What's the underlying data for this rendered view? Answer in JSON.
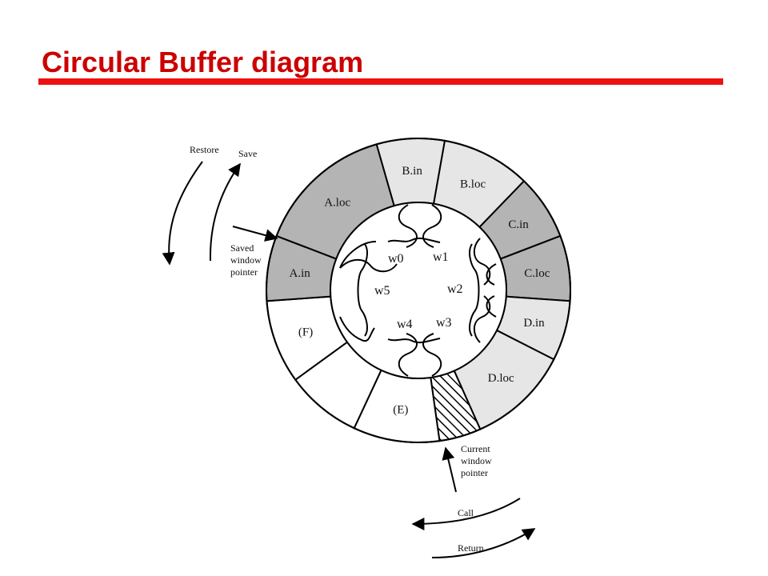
{
  "title": "Circular Buffer diagram",
  "colors": {
    "title_text": "#cc0000",
    "title_rule": "#ee1111",
    "segment_dark": "#b4b4b4",
    "segment_light": "#e6e6e6",
    "segment_white": "#ffffff",
    "outline": "#000000"
  },
  "segments": [
    {
      "id": "b-in",
      "label": "B.in",
      "shade": "light"
    },
    {
      "id": "b-loc",
      "label": "B.loc",
      "shade": "light"
    },
    {
      "id": "c-in",
      "label": "C.in",
      "shade": "dark"
    },
    {
      "id": "c-loc",
      "label": "C.loc",
      "shade": "dark"
    },
    {
      "id": "d-in",
      "label": "D.in",
      "shade": "light"
    },
    {
      "id": "d-loc",
      "label": "D.loc",
      "shade": "light"
    },
    {
      "id": "hatched",
      "label": "",
      "shade": "hatched"
    },
    {
      "id": "e",
      "label": "(E)",
      "shade": "white"
    },
    {
      "id": "blank",
      "label": "",
      "shade": "white"
    },
    {
      "id": "f",
      "label": "(F)",
      "shade": "white"
    },
    {
      "id": "a-in",
      "label": "A.in",
      "shade": "dark"
    },
    {
      "id": "a-loc",
      "label": "A.loc",
      "shade": "dark"
    }
  ],
  "windows": [
    "w0",
    "w1",
    "w2",
    "w3",
    "w4",
    "w5"
  ],
  "labels": {
    "restore": "Restore",
    "save": "Save",
    "saved_pointer": [
      "Saved",
      "window",
      "pointer"
    ],
    "current_pointer": [
      "Current",
      "window",
      "pointer"
    ],
    "call": "Call",
    "return": "Return"
  }
}
